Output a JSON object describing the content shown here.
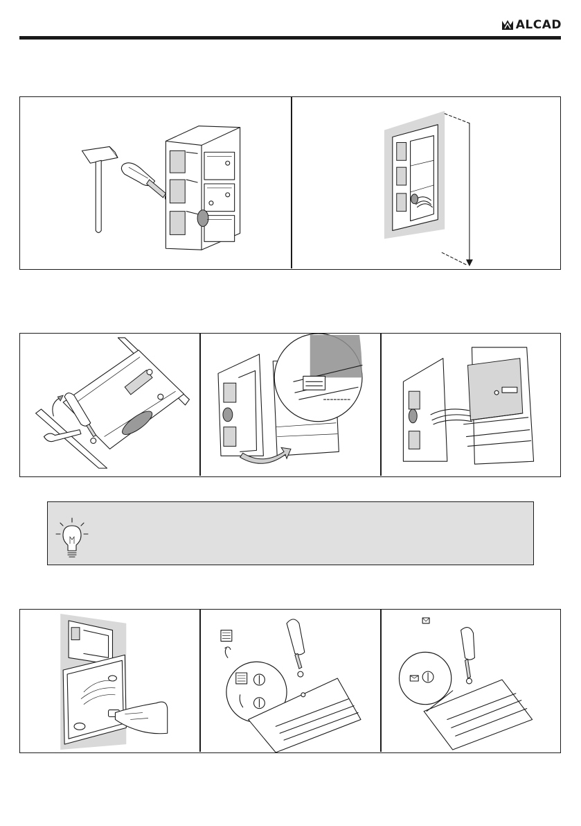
{
  "header": {
    "brand": "ALCAD",
    "logo_icon": "alcad-logo-icon"
  },
  "colors": {
    "ink": "#1a1a1a",
    "tip_background": "#e0e0e0",
    "wall_shade": "#d9d9d9"
  },
  "sections": [
    {
      "panels": [
        "hammer-screwdriver-knockout",
        "embedding-box-in-wall"
      ]
    },
    {
      "panels": [
        "screwdriver-release-clips",
        "hinged-frame-open",
        "module-mounted"
      ]
    },
    {
      "tip": {
        "icon": "lightbulb-icon",
        "text": ""
      }
    },
    {
      "panels": [
        "press-call-button",
        "adjust-volume-potentiometers",
        "adjust-message-potentiometer"
      ]
    }
  ]
}
